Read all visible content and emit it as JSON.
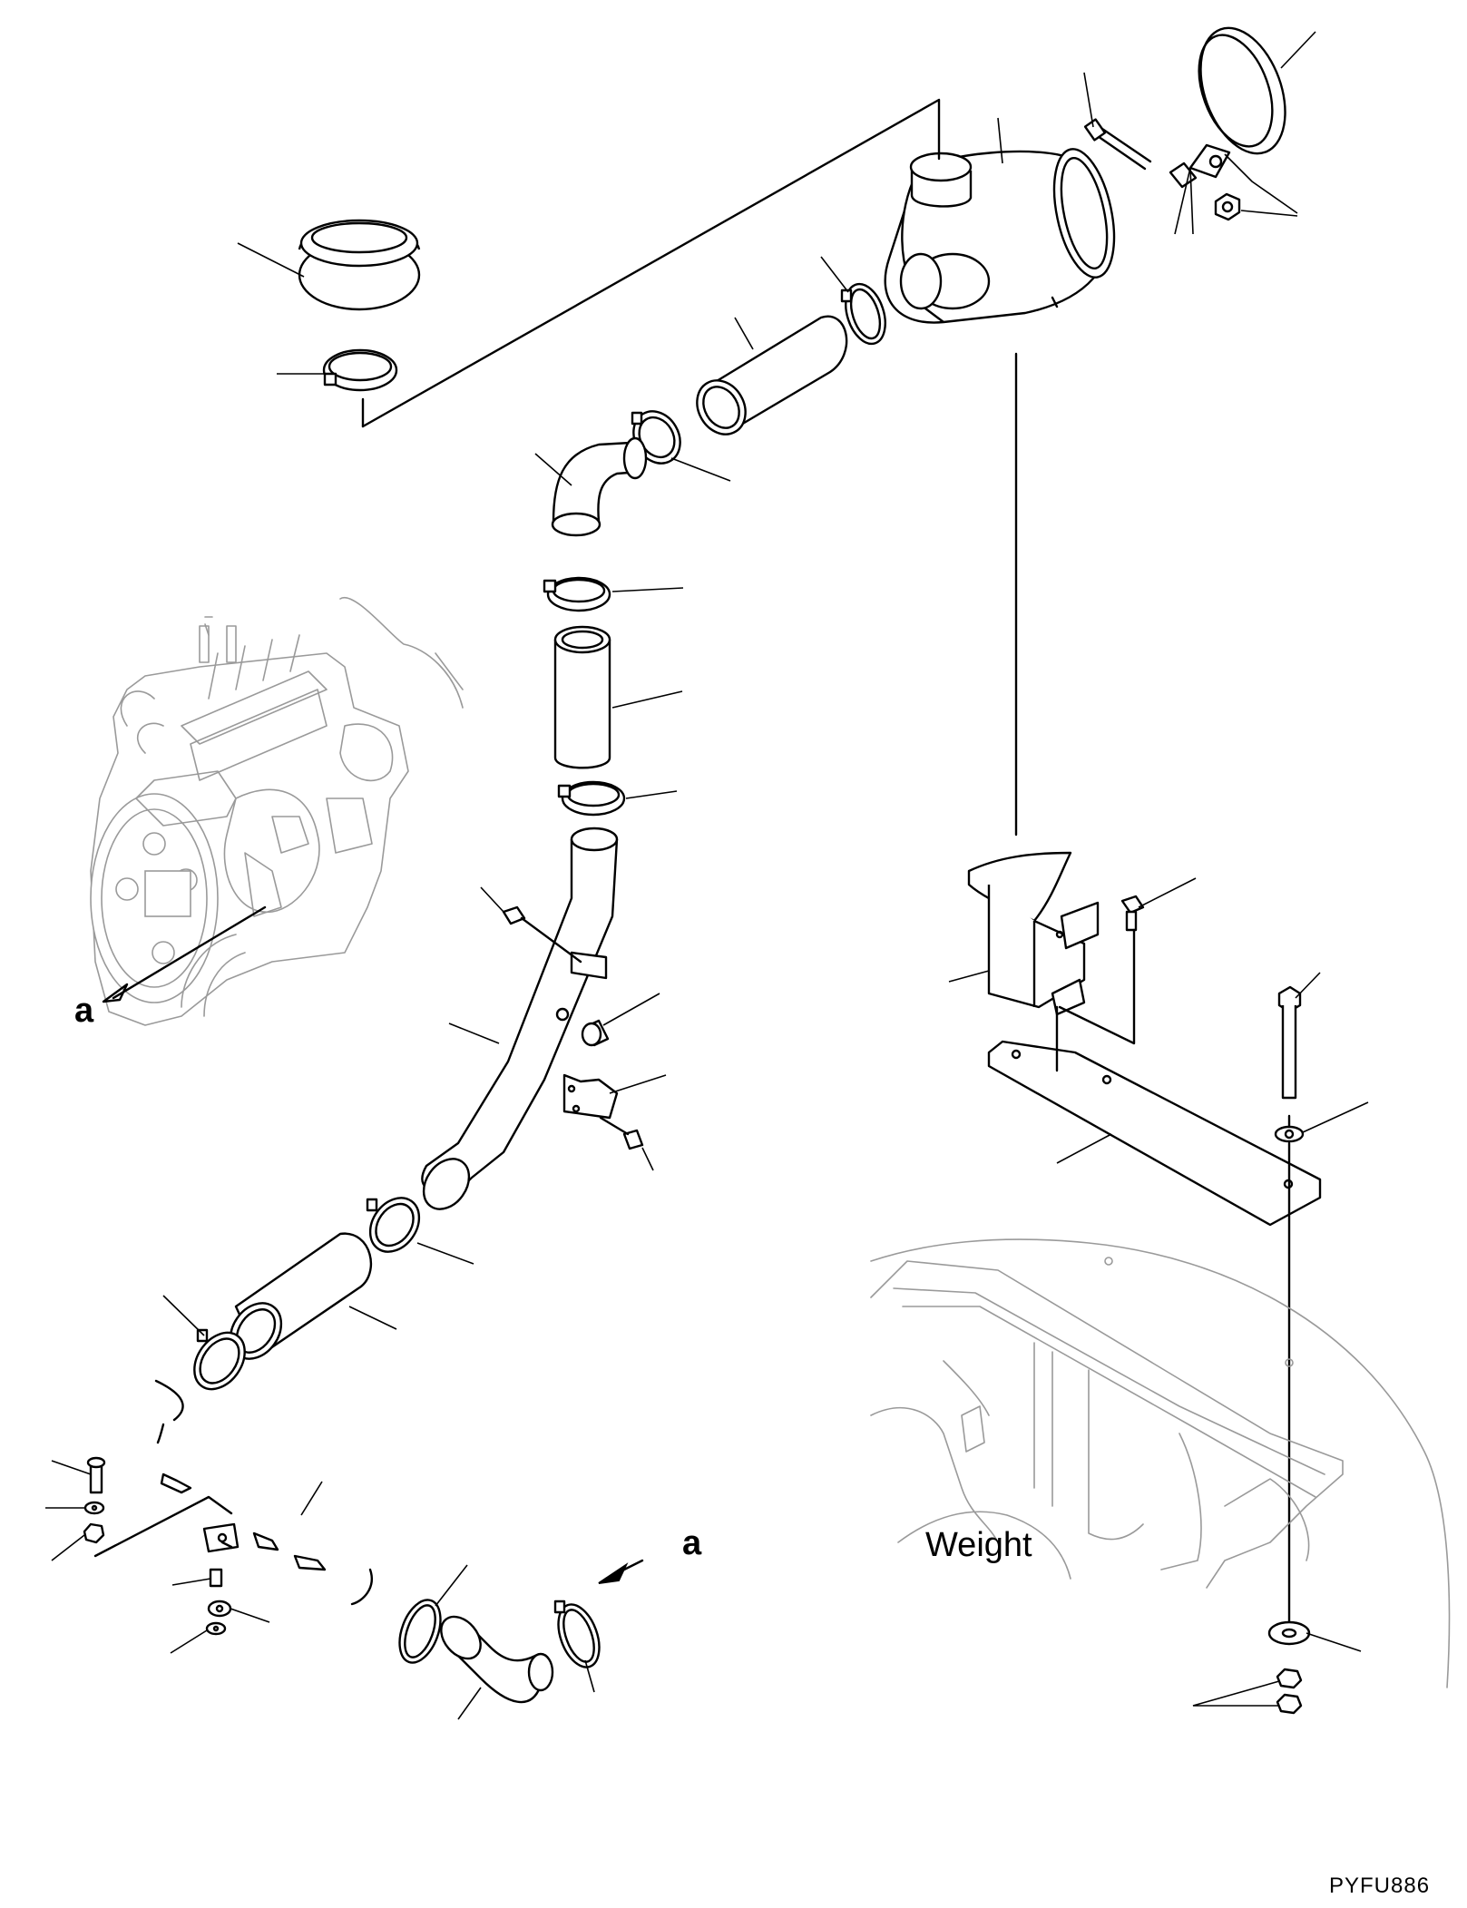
{
  "diagram": {
    "view_labels": [
      "a",
      "a"
    ],
    "area_label": "Weight",
    "figure_code": "PYFU886"
  }
}
